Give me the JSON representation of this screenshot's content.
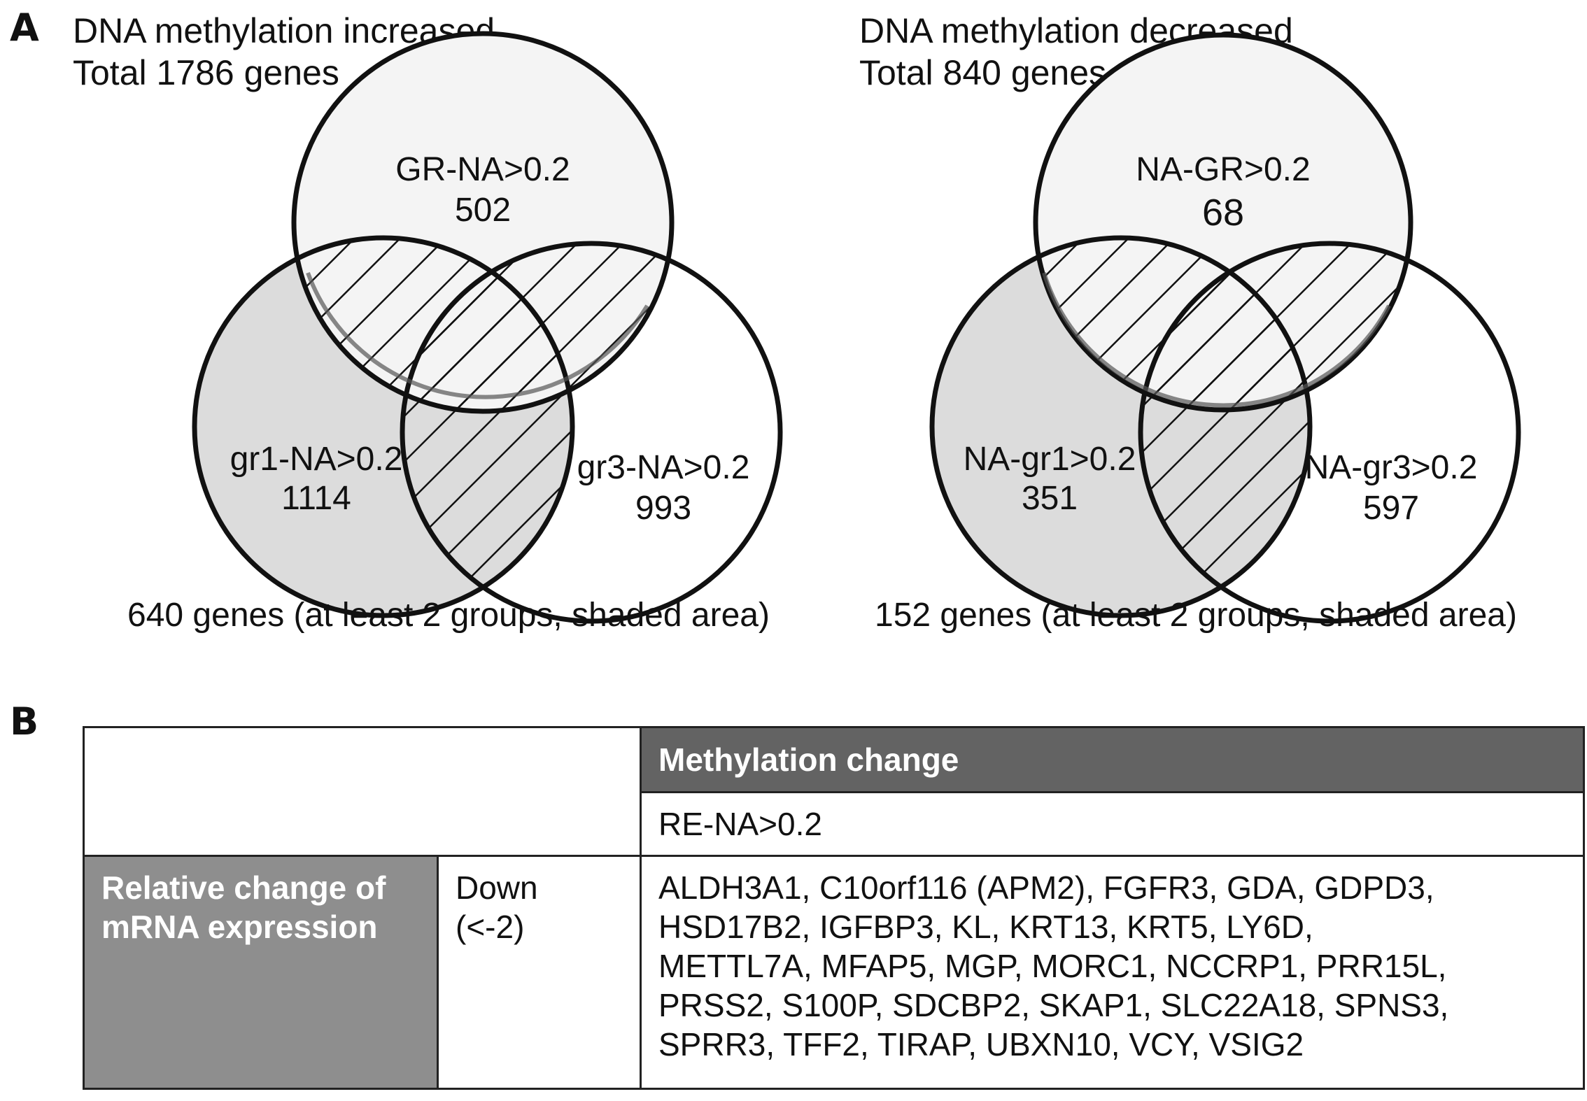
{
  "panel_a": {
    "letter": "A",
    "left": {
      "title1": "DNA methylation increased",
      "title2": "Total 1786 genes",
      "top_label": "GR-NA>0.2",
      "top_count": "502",
      "left_label": "gr1-NA>0.2",
      "left_count": "1114",
      "right_label": "gr3-NA>0.2",
      "right_count": "993",
      "caption": "640 genes (at least 2 groups, shaded area)"
    },
    "right": {
      "title1": "DNA methylation decreased",
      "title2": "Total 840 genes",
      "top_label": "NA-GR>0.2",
      "top_count": "68",
      "left_label": "NA-gr1>0.2",
      "left_count": "351",
      "right_label": "NA-gr3>0.2",
      "right_count": "597",
      "caption": "152 genes (at least 2 groups, shaded area)"
    }
  },
  "panel_b": {
    "letter": "B",
    "header": "Methylation change",
    "subheader": "RE-NA>0.2",
    "row_label": "Relative change of mRNA expression",
    "direction_line1": "Down",
    "direction_line2": "(<-2)",
    "gene_lines": [
      "ALDH3A1, C10orf116 (APM2), FGFR3, GDA, GDPD3,",
      "HSD17B2, IGFBP3, KL, KRT13, KRT5, LY6D,",
      "METTL7A, MFAP5, MGP, MORC1, NCCRP1, PRR15L,",
      "PRSS2, S100P, SDCBP2, SKAP1, SLC22A18, SPNS3,",
      "SPRR3, TFF2, TIRAP, UBXN10, VCY, VSIG2"
    ]
  },
  "colors": {
    "top_circle_fill": "#f4f4f4",
    "left_circle_fill": "#dcdcdc",
    "right_circle_fill": "#ffffff",
    "header_fill": "#636363",
    "row_label_fill": "#8e8e8e"
  }
}
